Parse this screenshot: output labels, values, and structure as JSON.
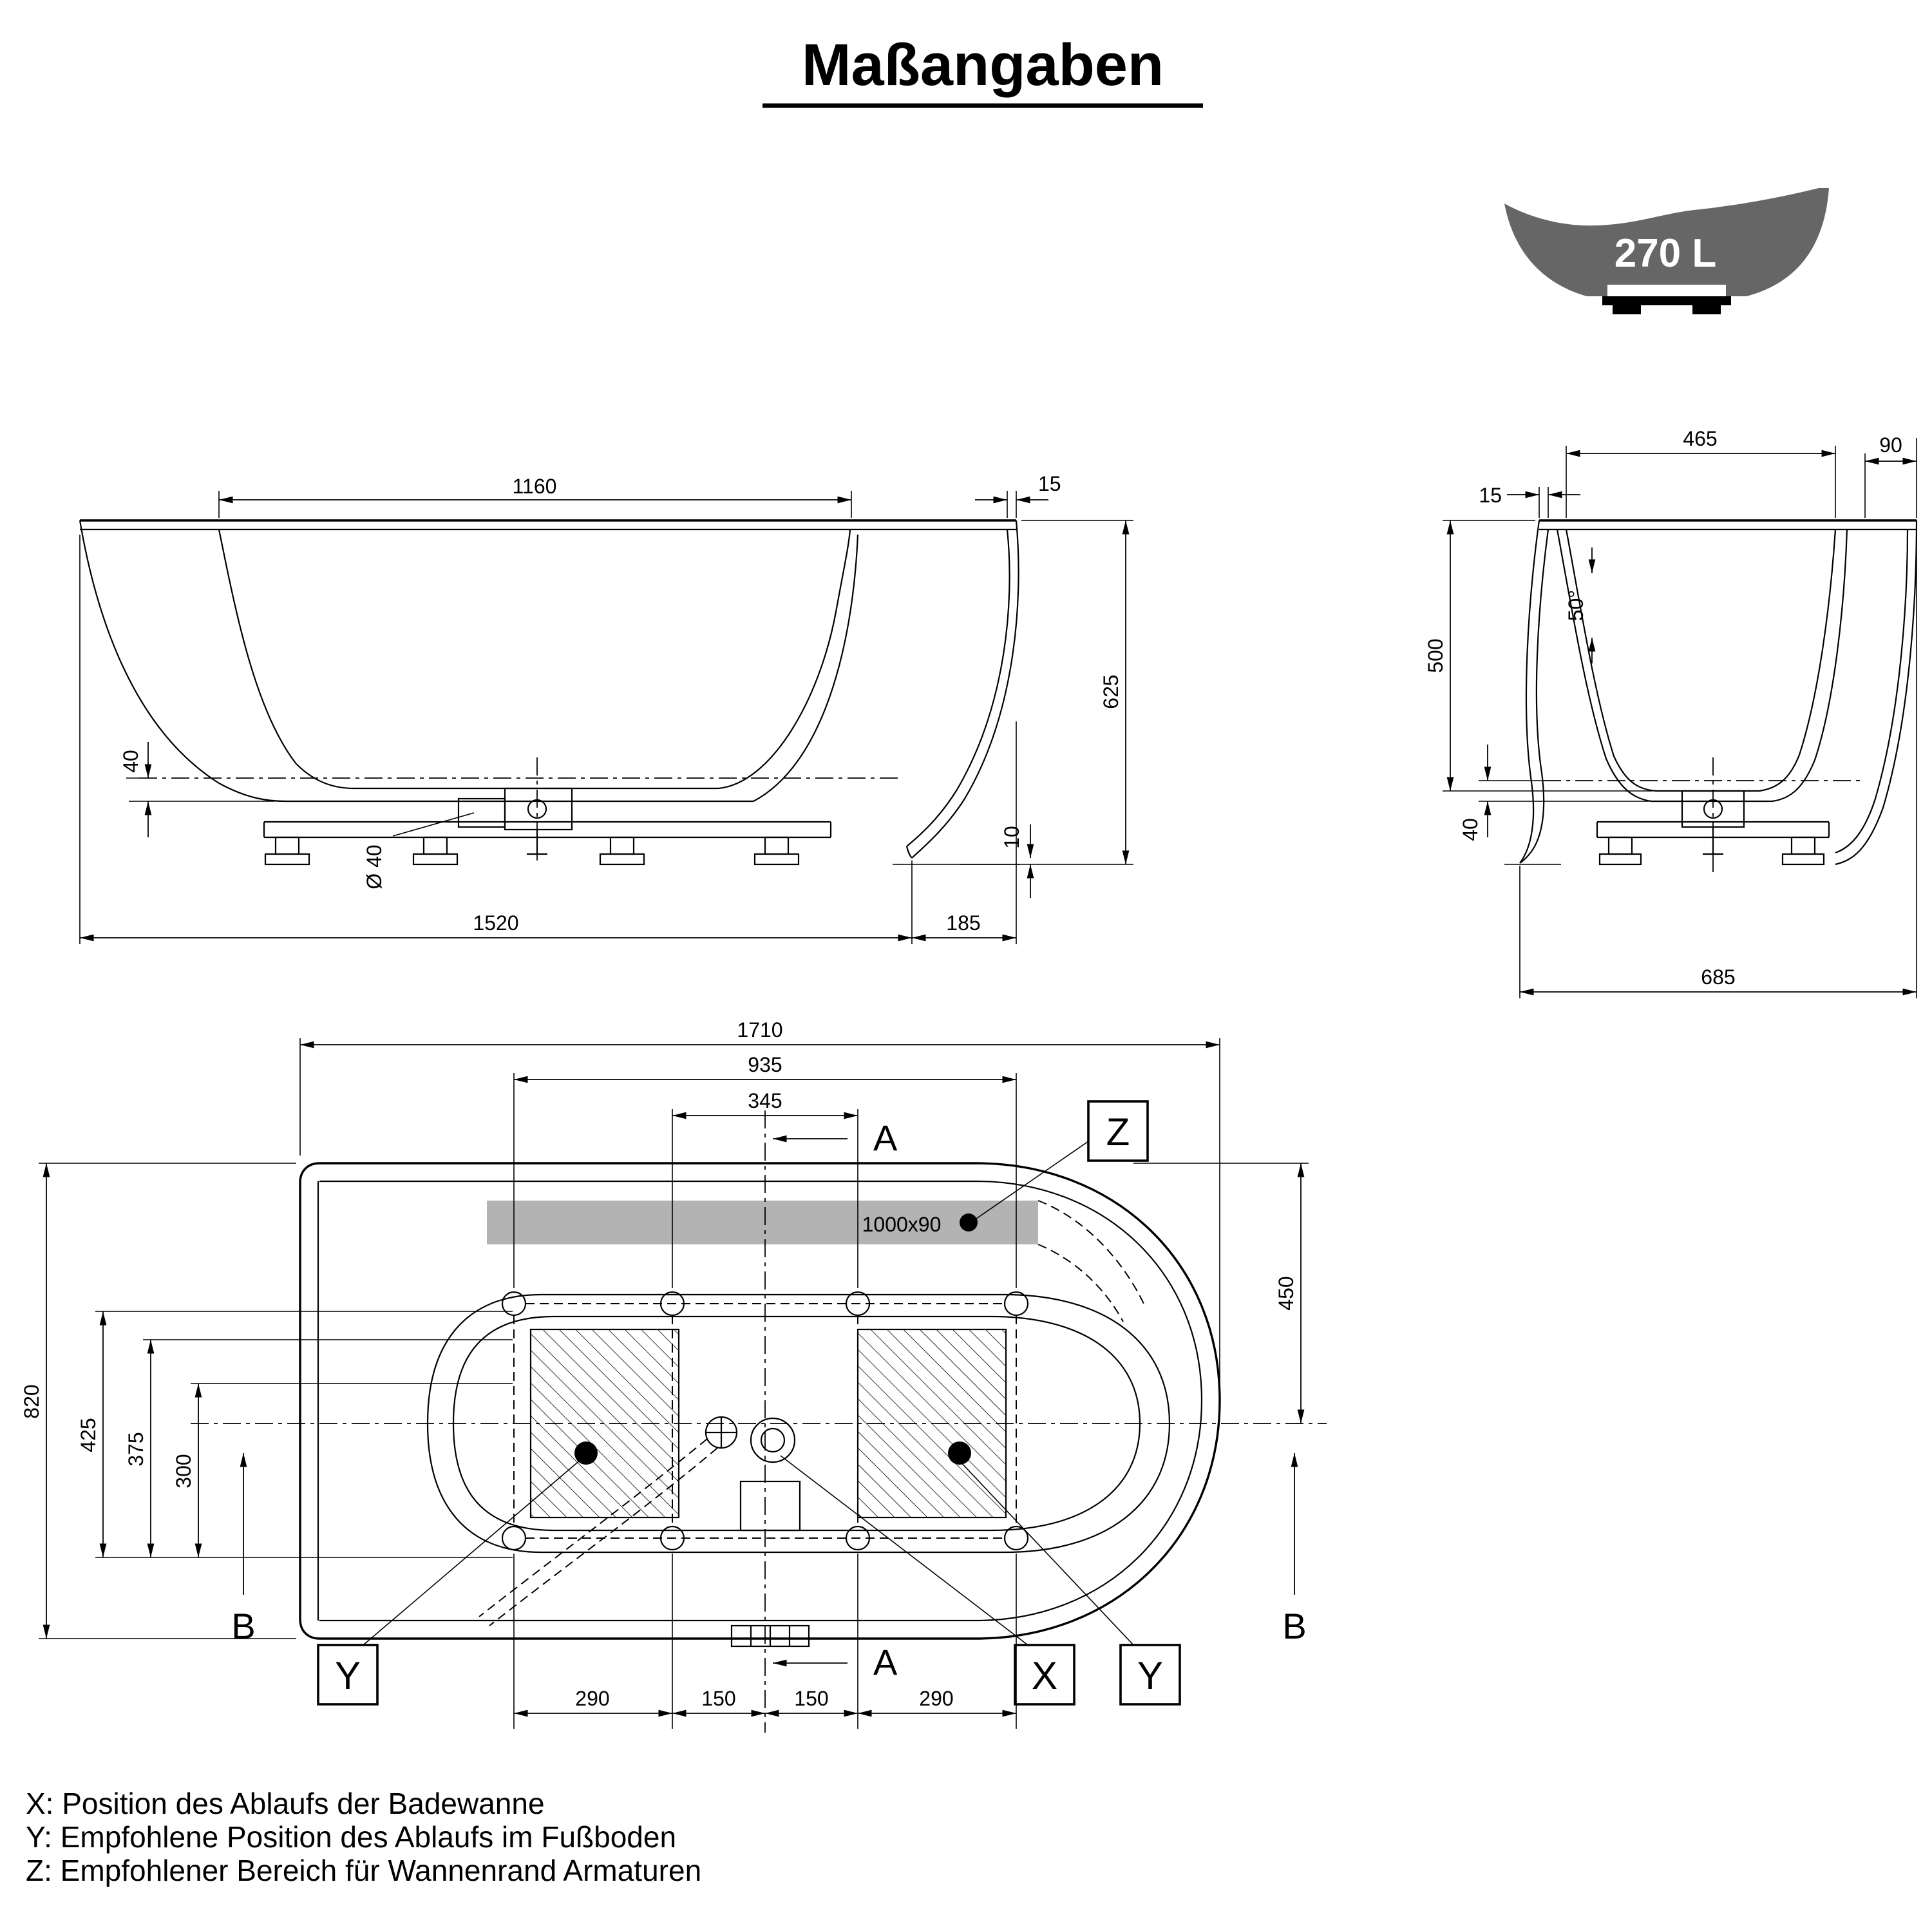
{
  "title": "Maßangaben",
  "capacity": {
    "label": "270 L"
  },
  "side_view": {
    "dim_top_inner_width": "1160",
    "dim_rim_lip": "15",
    "dim_height": "625",
    "dim_bottom_clearance": "40",
    "dim_drain_diameter": "Ø 40",
    "dim_base_length": "1520",
    "dim_skirt_overhang": "185",
    "dim_skirt_gap": "10"
  },
  "end_view": {
    "dim_top_inner_width": "465",
    "dim_rim_width": "90",
    "dim_rim_lip": "15",
    "dim_wall_angle": "50°",
    "dim_depth": "500",
    "dim_bottom_clearance": "40",
    "dim_overall_width": "685"
  },
  "plan_view": {
    "dim_overall_length": "1710",
    "dim_feet_span": "935",
    "dim_feet_inner": "345",
    "dim_overall_width": "820",
    "dim_425": "425",
    "dim_375": "375",
    "dim_300": "300",
    "dim_450": "450",
    "dim_290_left": "290",
    "dim_150_left": "150",
    "dim_150_right": "150",
    "dim_290_right": "290",
    "faucet_zone": "1000x90",
    "section_a": "A",
    "section_b": "B",
    "marker_x": "X",
    "marker_y": "Y",
    "marker_z": "Z"
  },
  "legend": {
    "line_x": "X: Position des Ablaufs der Badewanne",
    "line_y": "Y: Empfohlene Position des Ablaufs im Fußboden",
    "line_z": "Z: Empfohlener Bereich für Wannenrand Armaturen"
  }
}
